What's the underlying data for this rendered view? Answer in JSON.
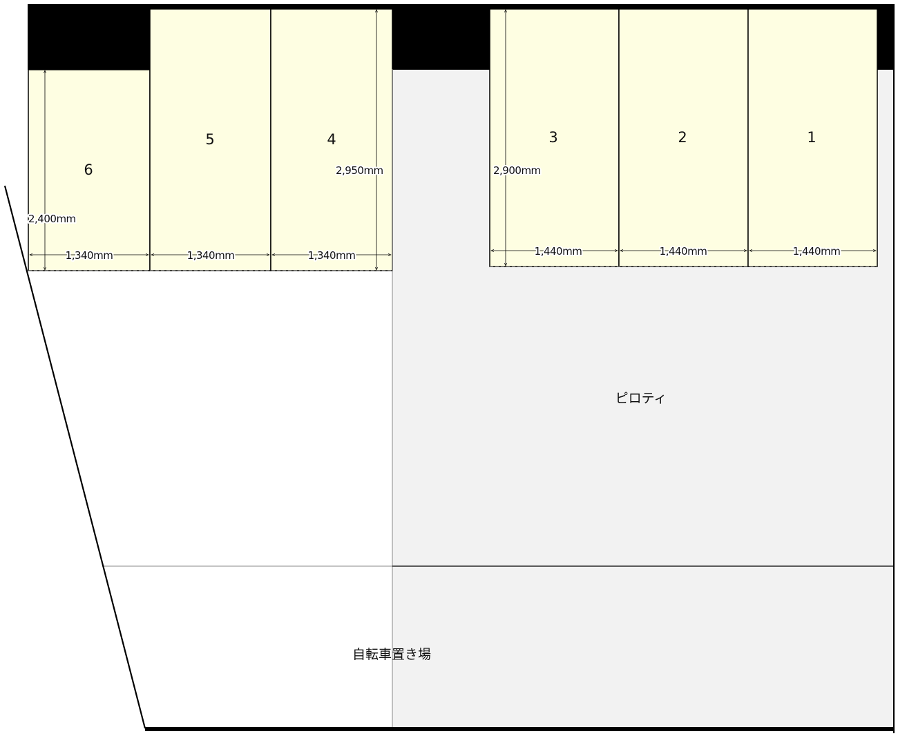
{
  "colors": {
    "wall": "#000000",
    "space_fill": "#fefee2",
    "pilotis_fill": "#f2f2f2",
    "line": "#000000"
  },
  "spaces": [
    {
      "number": "6",
      "width_label": "1,340mm",
      "depth_label": "2,400mm"
    },
    {
      "number": "5",
      "width_label": "1,340mm"
    },
    {
      "number": "4",
      "width_label": "1,340mm",
      "depth_label": "2,950mm"
    },
    {
      "number": "3",
      "width_label": "1,440mm",
      "depth_label": "2,900mm"
    },
    {
      "number": "2",
      "width_label": "1,440mm"
    },
    {
      "number": "1",
      "width_label": "1,440mm"
    }
  ],
  "areas": {
    "pilotis": "ピロティ",
    "bicycle_parking": "自転車置き場"
  }
}
